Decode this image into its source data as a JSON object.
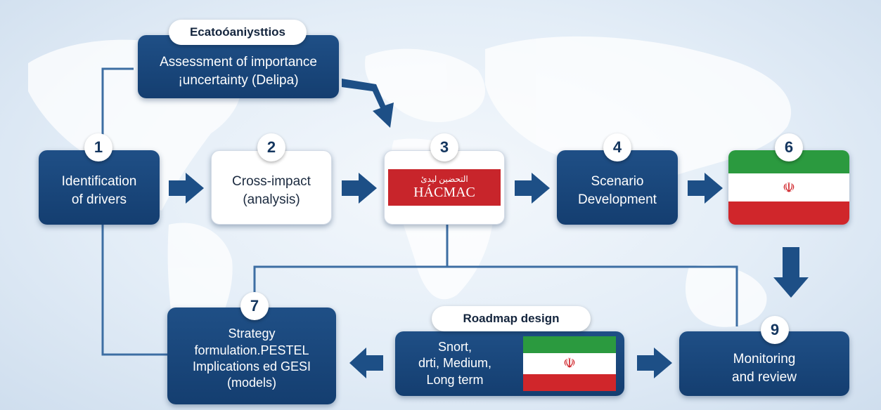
{
  "top_box": {
    "pill_label": "Ecatoóaniysttios",
    "line1": "Assessment of importance",
    "line2": "¡uncertainty (Delipa)"
  },
  "steps": [
    {
      "number": "1",
      "line1": "Identification",
      "line2": "of drivers"
    },
    {
      "number": "2",
      "line1": "Cross-impact",
      "line2": "(analysis)"
    },
    {
      "number": "3",
      "arabic": "التحضین   لیدئ",
      "label": "HÁCMAC"
    },
    {
      "number": "4",
      "line1": "Scenario",
      "line2": "Development"
    },
    {
      "number": "6",
      "emblem": "☫"
    },
    {
      "number": "7",
      "line1": "Strategy",
      "line2": "formulation.PESTEL",
      "line3": "Implications ed GESI",
      "line4": "(models)"
    },
    {
      "number": "9",
      "line1": "Monitoring",
      "line2": "and review"
    }
  ],
  "roadmap": {
    "pill_label": "Roadmap design",
    "line1": "Snort,",
    "line2": "drti, Medium,",
    "line3": "Long term",
    "emblem": "☫"
  },
  "colors": {
    "box_blue": "#1b4a80",
    "flag_green": "#2b9a3f",
    "flag_red": "#d0262b",
    "arrow_blue": "#1d4f86",
    "connector": "#3d6ea3"
  }
}
